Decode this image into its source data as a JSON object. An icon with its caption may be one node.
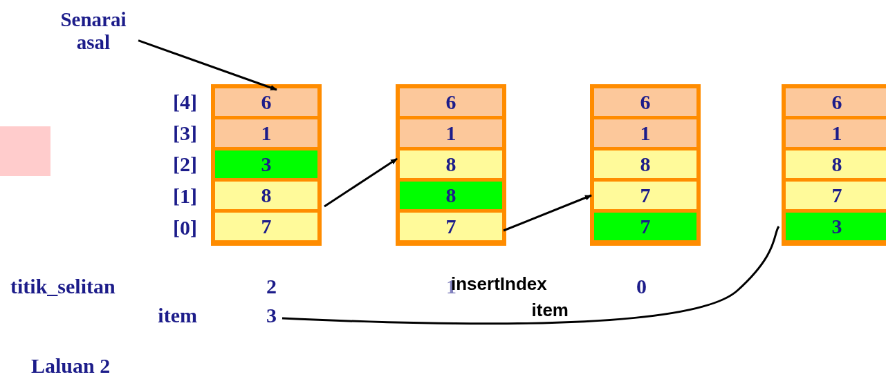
{
  "diagram": {
    "nodes": [
      {
        "text": [
          "Senarai asal"
        ]
      },
      {
        "text": [],
        "shape": "box"
      },
      {
        "text": [
          "6"
        ],
        "in": 1
      },
      {
        "text": [
          "1"
        ],
        "in": 1
      },
      {
        "text": [
          "3"
        ],
        "in": 1
      },
      {
        "text": [
          "8"
        ],
        "in": 1
      },
      {
        "text": [
          "7"
        ],
        "in": 1
      },
      {
        "text": [],
        "shape": "box"
      },
      {
        "text": [
          "6"
        ],
        "in": 7
      },
      {
        "text": [
          "1"
        ],
        "in": 7
      },
      {
        "text": [
          "8"
        ],
        "in": 7
      },
      {
        "text": [
          "8"
        ],
        "in": 7
      },
      {
        "text": [
          "7"
        ],
        "in": 7
      },
      {
        "text": [],
        "shape": "box"
      },
      {
        "text": [
          "6"
        ],
        "in": 13
      },
      {
        "text": [
          "1"
        ],
        "in": 13
      },
      {
        "text": [
          "8"
        ],
        "in": 13
      },
      {
        "text": [
          "7"
        ],
        "in": 13
      },
      {
        "text": [
          "7"
        ],
        "in": 13
      },
      {
        "text": [],
        "shape": "box"
      },
      {
        "text": [
          "6"
        ],
        "in": 19
      },
      {
        "text": [
          "1"
        ],
        "in": 19
      },
      {
        "text": [
          "8"
        ],
        "in": 19
      },
      {
        "text": [
          "7"
        ],
        "in": 19
      },
      {
        "text": [
          "3"
        ],
        "in": 19
      },
      {
        "text": [
          "3"
        ]
      },
      {
        "text": [],
        "shape": "box"
      }
    ],
    "edges": [
      {
        "from": 0,
        "to": 2,
        "arrow": "to"
      },
      {
        "from": 5,
        "to": 10,
        "arrow": "to"
      },
      {
        "from": 12,
        "to": 17,
        "arrow": "to"
      },
      {
        "from": 25,
        "to": 24,
        "arrow": "none"
      }
    ],
    "labels": [
      "[4]",
      "[3]",
      "[2]",
      "[1]",
      "[0]",
      "titik_selitan",
      "2",
      "1",
      "insertIndex",
      "0",
      "item",
      "item",
      "Laluan 2"
    ]
  }
}
